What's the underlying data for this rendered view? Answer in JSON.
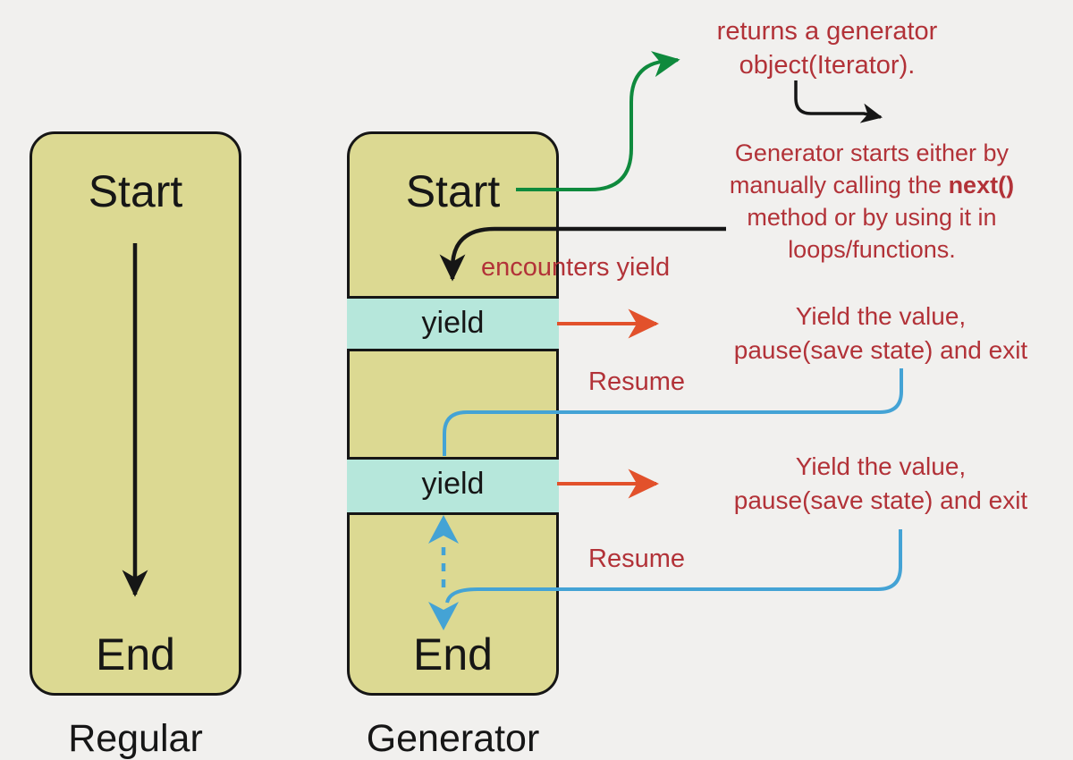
{
  "left_flow": {
    "start_label": "Start",
    "end_label": "End",
    "caption": "Regular"
  },
  "right_flow": {
    "start_label": "Start",
    "yield1_label": "yield",
    "yield2_label": "yield",
    "end_label": "End",
    "caption": "Generator"
  },
  "annotations": {
    "returns_line1": "returns a generator",
    "returns_line2": "object(Iterator).",
    "starts_line1": "Generator starts either by",
    "starts_line2_pre": "manually calling the ",
    "starts_line2_bold": "next()",
    "starts_line3": "method or by using it in",
    "starts_line4": "loops/functions.",
    "encounters": "encounters yield",
    "yield_note1_line1": "Yield the value,",
    "yield_note1_line2": "pause(save state) and exit",
    "resume1": "Resume",
    "yield_note2_line1": "Yield the value,",
    "yield_note2_line2": "pause(save state) and exit",
    "resume2": "Resume"
  },
  "colors": {
    "background": "#f1f0ee",
    "box_fill": "#dcd992",
    "yield_fill": "#b6e7db",
    "outline": "#161616",
    "annotation_red": "#b23238",
    "arrow_green": "#0f8a3d",
    "arrow_orange": "#e2512b",
    "arrow_blue": "#44a3d5"
  }
}
